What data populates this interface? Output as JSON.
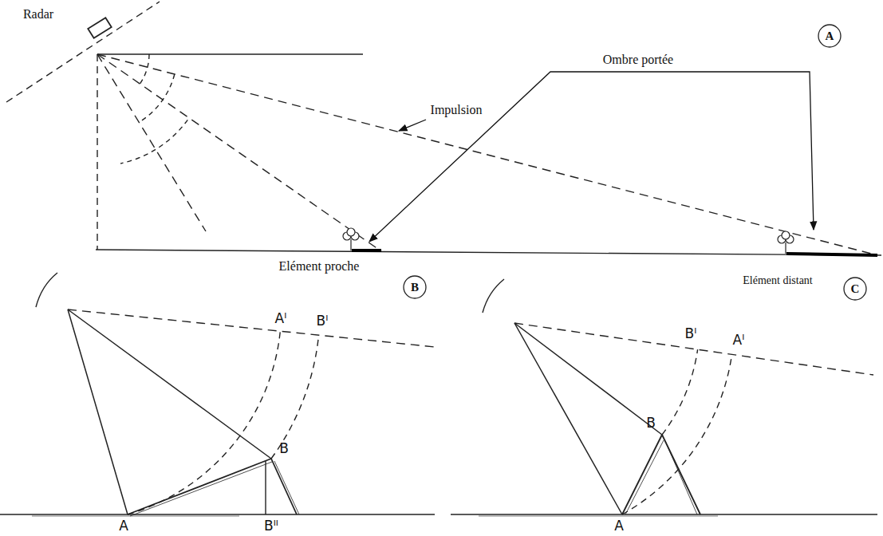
{
  "diagram": {
    "labels": [
      "Radar",
      "Impulsion",
      "Ombre portée",
      "A",
      "Elément proche",
      "Elément distant",
      "B",
      "Aᴵ",
      "Bᴵ",
      "B",
      "A",
      "Bᴵᴵ",
      "C",
      "Bᴵ",
      "Aᴵ",
      "B",
      "A"
    ]
  }
}
